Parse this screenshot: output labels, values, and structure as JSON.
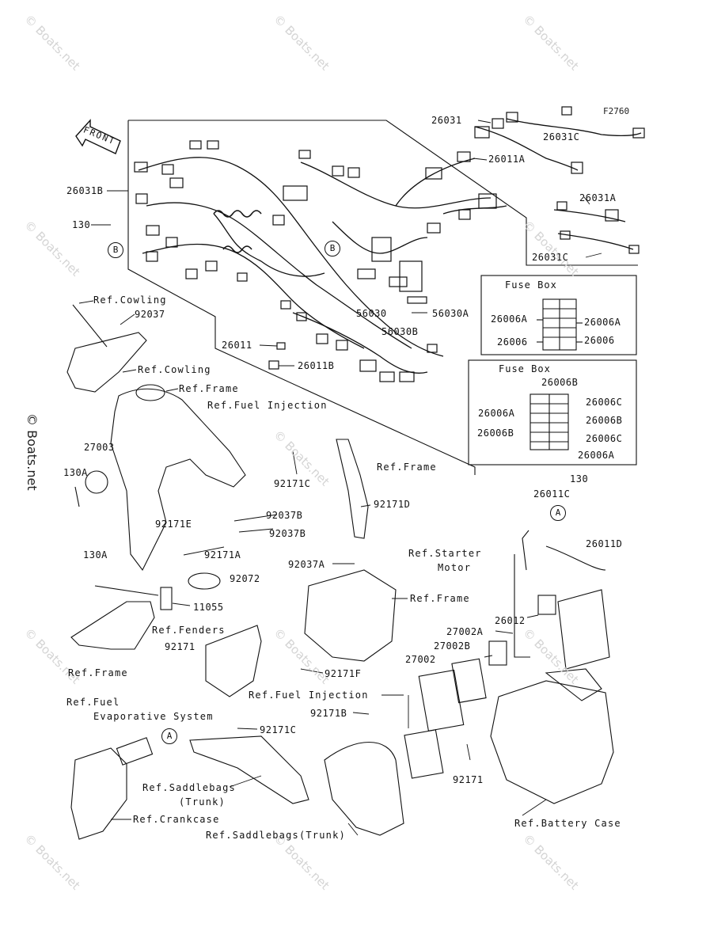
{
  "watermark": "© Boats.net",
  "side_watermark": "© Boats.net",
  "figure_code": "F2760",
  "front_label": "FRONT",
  "fuse_box_1": {
    "title": "Fuse Box"
  },
  "fuse_box_2": {
    "title": "Fuse Box"
  },
  "callouts": {
    "a1": "A",
    "a2": "A",
    "b1": "B",
    "b2": "B"
  },
  "labels": {
    "p26031": "26031",
    "p26031C_top": "26031C",
    "p26011A": "26011A",
    "p26031B": "26031B",
    "p26031A": "26031A",
    "p130_top": "130",
    "p26031C": "26031C",
    "p56030": "56030",
    "p56030B": "56030B",
    "p56030A": "56030A",
    "p26006A_l1": "26006A",
    "p26006A_r1": "26006A",
    "p26006_l1": "26006",
    "p26006_r1": "26006",
    "p26006B_top": "26006B",
    "p26006A_l2": "26006A",
    "p26006C_r1": "26006C",
    "p26006B_r2": "26006B",
    "p26006B_l2": "26006B",
    "p26006C_r2": "26006C",
    "p26006A_b2": "26006A",
    "p26011": "26011",
    "p26011B": "26011B",
    "ref_cowling1": "Ref.Cowling",
    "p92037": "92037",
    "ref_cowling2": "Ref.Cowling",
    "ref_frame1": "Ref.Frame",
    "ref_fuel_inj1": "Ref.Fuel Injection",
    "p27003": "27003",
    "p130A_1": "130A",
    "p92171C_1": "92171C",
    "ref_frame2": "Ref.Frame",
    "p130_r": "130",
    "p26011C": "26011C",
    "p92171D": "92171D",
    "p92037B_1": "92037B",
    "p92171E": "92171E",
    "p92037B_2": "92037B",
    "p26011D": "26011D",
    "p130A_2": "130A",
    "p92171A": "92171A",
    "ref_starter": "Ref.Starter",
    "motor": "Motor",
    "p92072": "92072",
    "p92037A": "92037A",
    "p11055": "11055",
    "ref_frame3": "Ref.Frame",
    "p26012": "26012",
    "ref_fenders": "Ref.Fenders",
    "p27002A": "27002A",
    "p92171_1": "92171",
    "p27002B": "27002B",
    "ref_frame4": "Ref.Frame",
    "p27002": "27002",
    "p92171F": "92171F",
    "ref_fuel": "Ref.Fuel",
    "ref_fuel_inj2": "Ref.Fuel Injection",
    "evap": "Evaporative System",
    "p92171B": "92171B",
    "p92171C_2": "92171C",
    "ref_saddle1": "Ref.Saddlebags",
    "trunk": "(Trunk)",
    "p92171_2": "92171",
    "ref_crankcase": "Ref.Crankcase",
    "ref_battery": "Ref.Battery Case",
    "ref_saddle2": "Ref.Saddlebags(Trunk)"
  }
}
